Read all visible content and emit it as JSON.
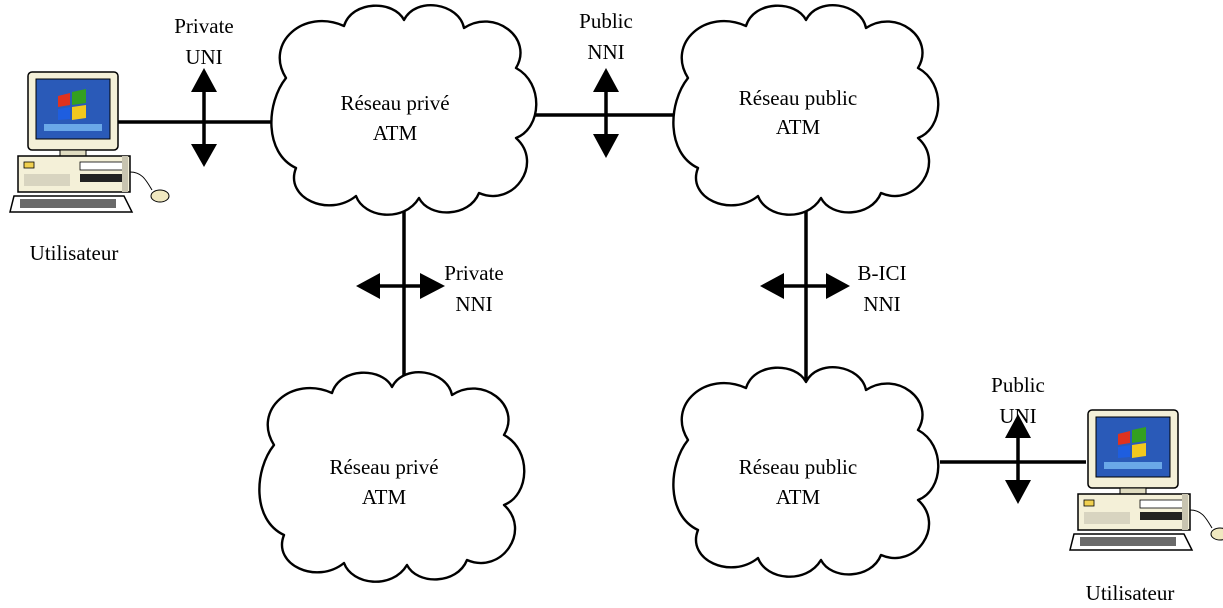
{
  "clouds": [
    {
      "id": "private-1",
      "line1": "Réseau privé",
      "line2": "ATM"
    },
    {
      "id": "public-1",
      "line1": "Réseau public",
      "line2": "ATM"
    },
    {
      "id": "private-2",
      "line1": "Réseau privé",
      "line2": "ATM"
    },
    {
      "id": "public-2",
      "line1": "Réseau public",
      "line2": "ATM"
    }
  ],
  "interfaces": {
    "private_uni": {
      "line1": "Private",
      "line2": "UNI"
    },
    "public_nni": {
      "line1": "Public",
      "line2": "NNI"
    },
    "private_nni": {
      "line1": "Private",
      "line2": "NNI"
    },
    "bici_nni": {
      "line1": "B-ICI",
      "line2": "NNI"
    },
    "public_uni": {
      "line1": "Public",
      "line2": "UNI"
    }
  },
  "users": [
    {
      "label": "Utilisateur"
    },
    {
      "label": "Utilisateur"
    }
  ],
  "colors": {
    "stroke": "#000000",
    "screen": "#1e66c8",
    "case": "#f4f0d8"
  }
}
